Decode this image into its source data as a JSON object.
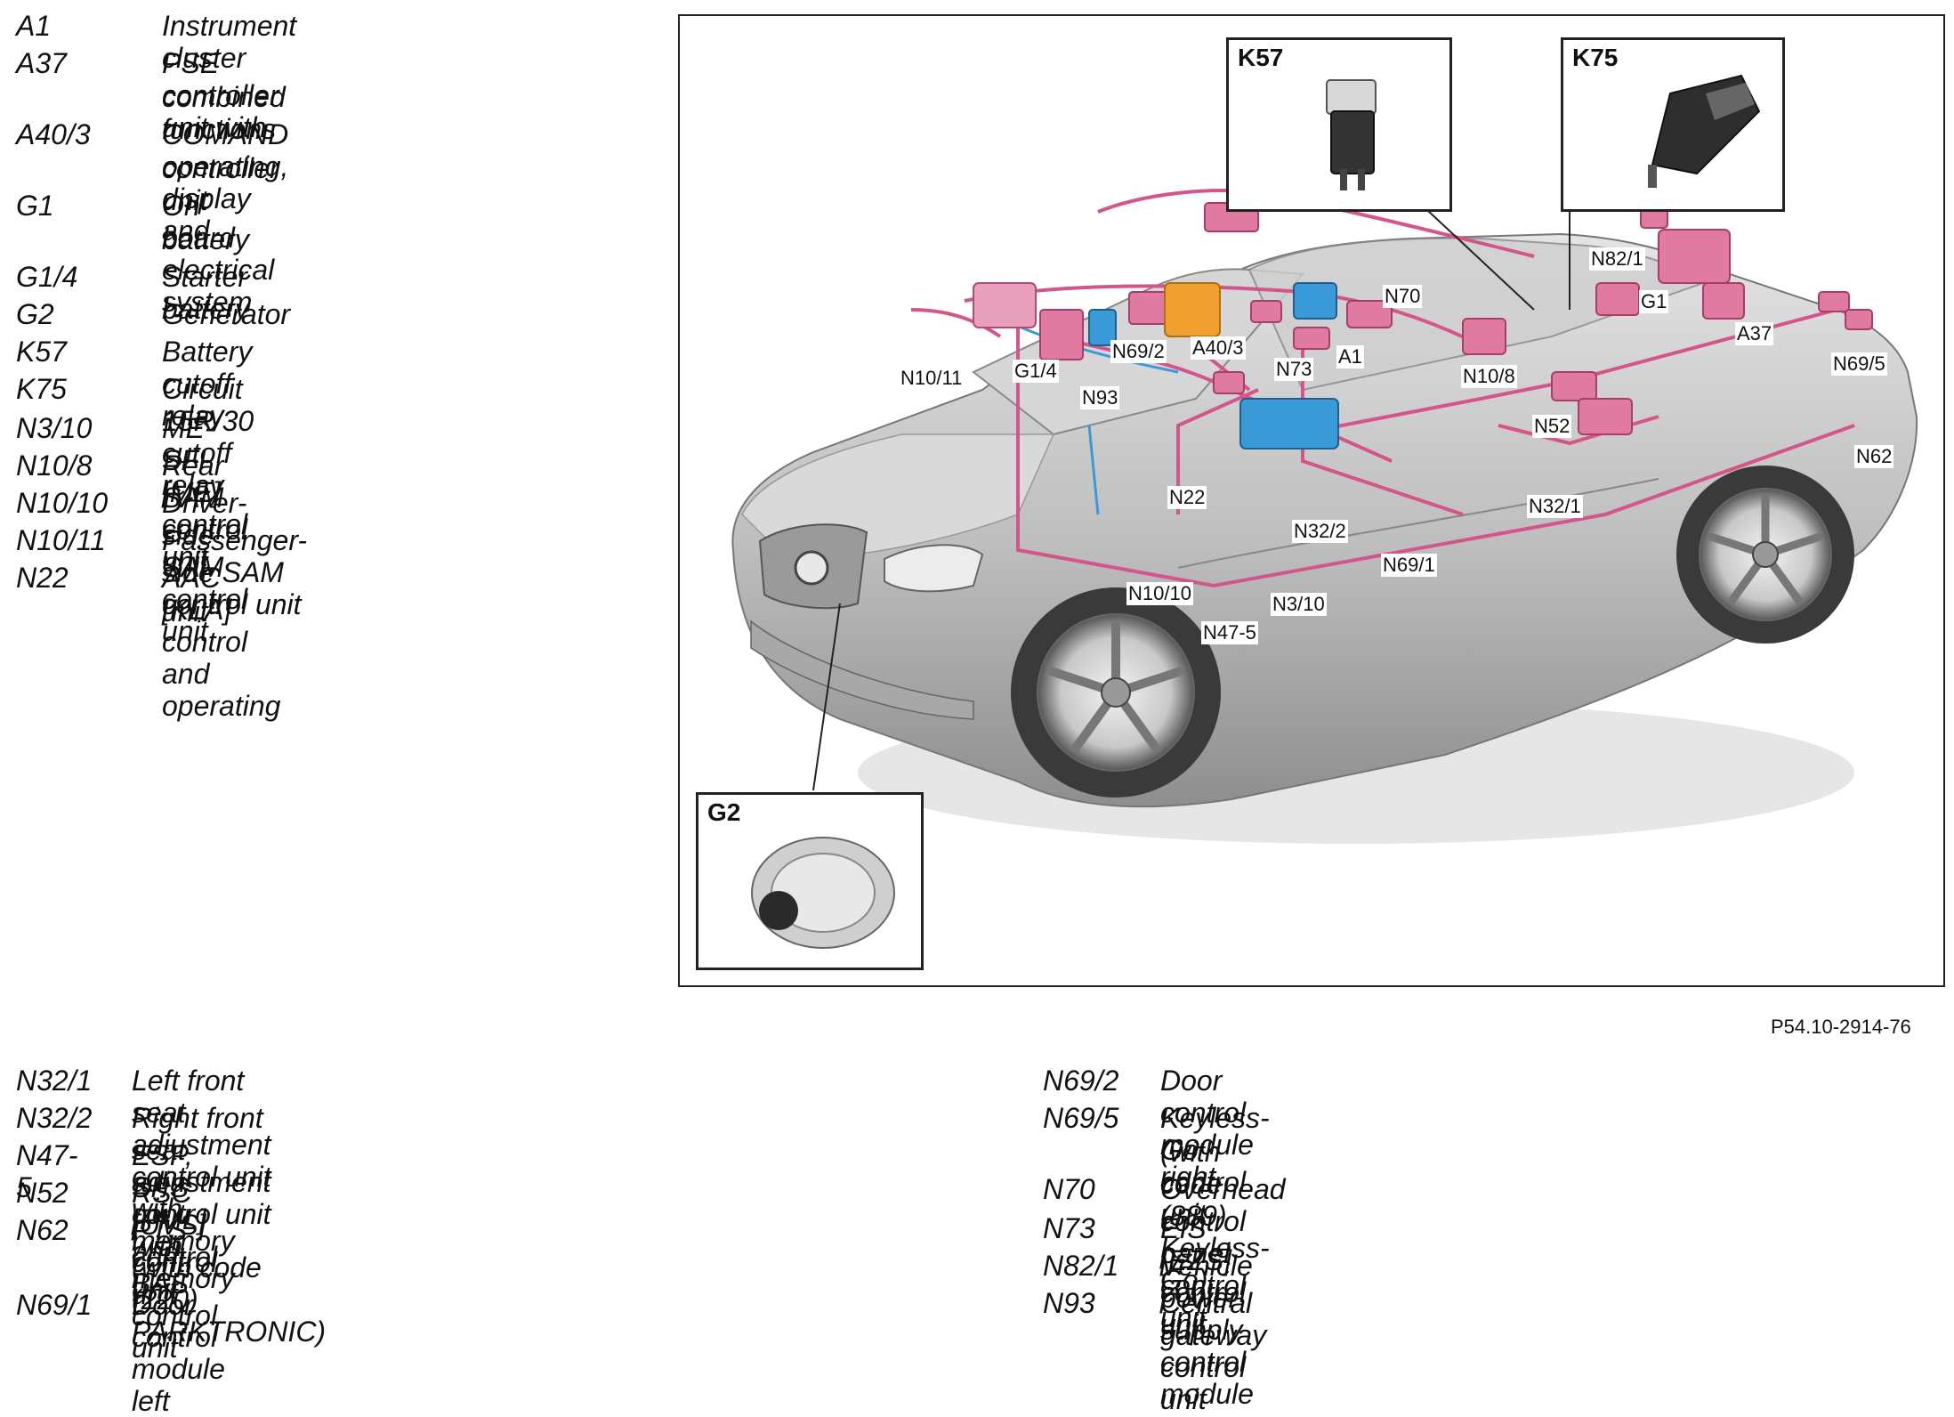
{
  "legend_top": [
    {
      "code": "A1",
      "desc": "Instrument cluster"
    },
    {
      "code": "A37",
      "desc": "PSE controller unit with",
      "desc2": "combined functions"
    },
    {
      "code": "A40/3",
      "desc": "COMAND operating, display and",
      "desc2": "controller unit"
    },
    {
      "code": "G1",
      "desc": "On-board electrical system",
      "desc2": "battery"
    },
    {
      "code": "G1/4",
      "desc": "Starter battery"
    },
    {
      "code": "G2",
      "desc": "Generator"
    },
    {
      "code": "K57",
      "desc": "Battery cutoff relay"
    },
    {
      "code": "K75",
      "desc": "Circuit 15R/30 cutoff relay"
    },
    {
      "code": "N3/10",
      "desc": "ME-SFI [ME] control unit"
    },
    {
      "code": "N10/8",
      "desc": "Rear SAM control unit"
    },
    {
      "code": "N10/10",
      "desc": "Driver-side SAM control unit"
    },
    {
      "code": "N10/11",
      "desc": "Passenger-side SAM control unit"
    },
    {
      "code": "N22",
      "desc": "AAC [KLA] control and operating",
      "desc2": "unit"
    }
  ],
  "legend_bottom_left": [
    {
      "code": "N32/1",
      "desc": "Left front seat adjustment control unit with memory"
    },
    {
      "code": "N32/2",
      "desc": "Right front seat adjustment control unit with memory"
    },
    {
      "code": "N47-5",
      "desc": "ESP, SPS [PML] and BAS control unit"
    },
    {
      "code": "N52",
      "desc": "RSC [UVS] control unit"
    },
    {
      "code": "N62",
      "desc": "PTS control unit",
      "desc2": "(with code (220) PARKTRONIC)"
    },
    {
      "code": "N69/1",
      "desc": "Door control module left"
    }
  ],
  "legend_bottom_right": [
    {
      "code": "N69/2",
      "desc": "Door control module right"
    },
    {
      "code": "N69/5",
      "desc": "Keyless-Go control unit",
      "desc2": "(with code (889) Keyless-Go)"
    },
    {
      "code": "N70",
      "desc": "Overhead control panel control unit"
    },
    {
      "code": "N73",
      "desc": "EIS [EZS] control unit"
    },
    {
      "code": "N82/1",
      "desc": "Vehicle power supply control module"
    },
    {
      "code": "N93",
      "desc": "Central gateway control unit"
    }
  ],
  "figure": {
    "insets": {
      "k57": "K57",
      "k75": "K75",
      "g2": "G2"
    },
    "callouts": {
      "n70": "N70",
      "n82_1": "N82/1",
      "g1": "G1",
      "a37": "A37",
      "n69_5": "N69/5",
      "n62": "N62",
      "n10_11": "N10/11",
      "g1_4": "G1/4",
      "n69_2": "N69/2",
      "a40_3": "A40/3",
      "n73": "N73",
      "a1": "A1",
      "n10_8": "N10/8",
      "n93": "N93",
      "n52": "N52",
      "n22": "N22",
      "n32_2": "N32/2",
      "n32_1": "N32/1",
      "n69_1": "N69/1",
      "n10_10": "N10/10",
      "n3_10": "N3/10",
      "n47_5": "N47-5"
    },
    "reference": "P54.10-2914-76"
  },
  "colors": {
    "car_body": "#c9c9c9",
    "wiring": "#d4558a",
    "module_pink": "#e07aa0",
    "module_orange": "#f0a030",
    "module_blue": "#3a9ad8"
  }
}
